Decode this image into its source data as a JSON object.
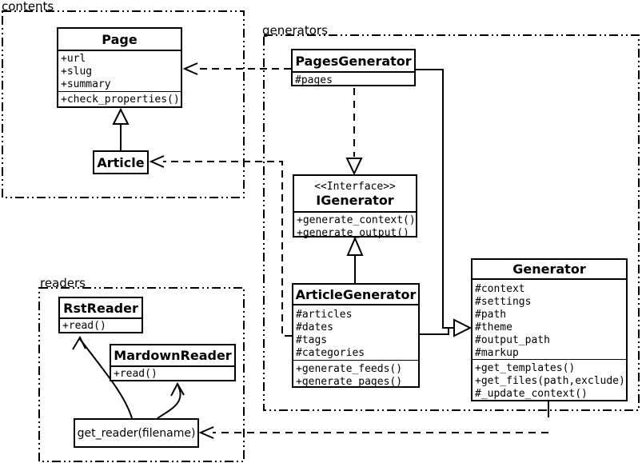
{
  "packages": {
    "contents": {
      "label": "contents"
    },
    "generators": {
      "label": "generators"
    },
    "readers": {
      "label": "readers"
    }
  },
  "classes": {
    "page": {
      "title": "Page",
      "attributes": [
        "+url",
        "+slug",
        "+summary"
      ],
      "methods": [
        "+check_properties()"
      ]
    },
    "article": {
      "title": "Article"
    },
    "pages_generator": {
      "title": "PagesGenerator",
      "attributes": [
        "#pages"
      ]
    },
    "igenerator": {
      "stereotype": "<<Interface>>",
      "title": "IGenerator",
      "methods": [
        "+generate_context()",
        "+generate_output()"
      ]
    },
    "article_generator": {
      "title": "ArticleGenerator",
      "attributes": [
        "#articles",
        "#dates",
        "#tags",
        "#categories"
      ],
      "methods": [
        "+generate_feeds()",
        "+generate_pages()"
      ]
    },
    "generator": {
      "title": "Generator",
      "attributes": [
        "#context",
        "#settings",
        "#path",
        "#theme",
        "#output_path",
        "#markup"
      ],
      "methods": [
        "+get_templates()",
        "+get_files(path,exclude)",
        "#_update_context()"
      ]
    },
    "rst_reader": {
      "title": "RstReader",
      "methods": [
        "+read()"
      ]
    },
    "mardown_reader": {
      "title": "MardownReader",
      "methods": [
        "+read()"
      ]
    },
    "get_reader": {
      "label": "get_reader(filename)"
    }
  },
  "relations": [
    {
      "from": "Article",
      "to": "Page",
      "type": "inheritance"
    },
    {
      "from": "PagesGenerator",
      "to": "Page",
      "type": "dependency"
    },
    {
      "from": "ArticleGenerator",
      "to": "Article",
      "type": "dependency"
    },
    {
      "from": "PagesGenerator",
      "to": "IGenerator",
      "type": "realization"
    },
    {
      "from": "ArticleGenerator",
      "to": "IGenerator",
      "type": "inheritance"
    },
    {
      "from": "PagesGenerator",
      "to": "Generator",
      "type": "inheritance"
    },
    {
      "from": "ArticleGenerator",
      "to": "Generator",
      "type": "inheritance"
    },
    {
      "from": "Generator",
      "to": "get_reader(filename)",
      "type": "dependency"
    },
    {
      "from": "get_reader(filename)",
      "to": "RstReader",
      "type": "arrow"
    },
    {
      "from": "get_reader(filename)",
      "to": "MardownReader",
      "type": "arrow"
    }
  ],
  "colors": {
    "line": "#000000",
    "background": "#ffffff"
  }
}
